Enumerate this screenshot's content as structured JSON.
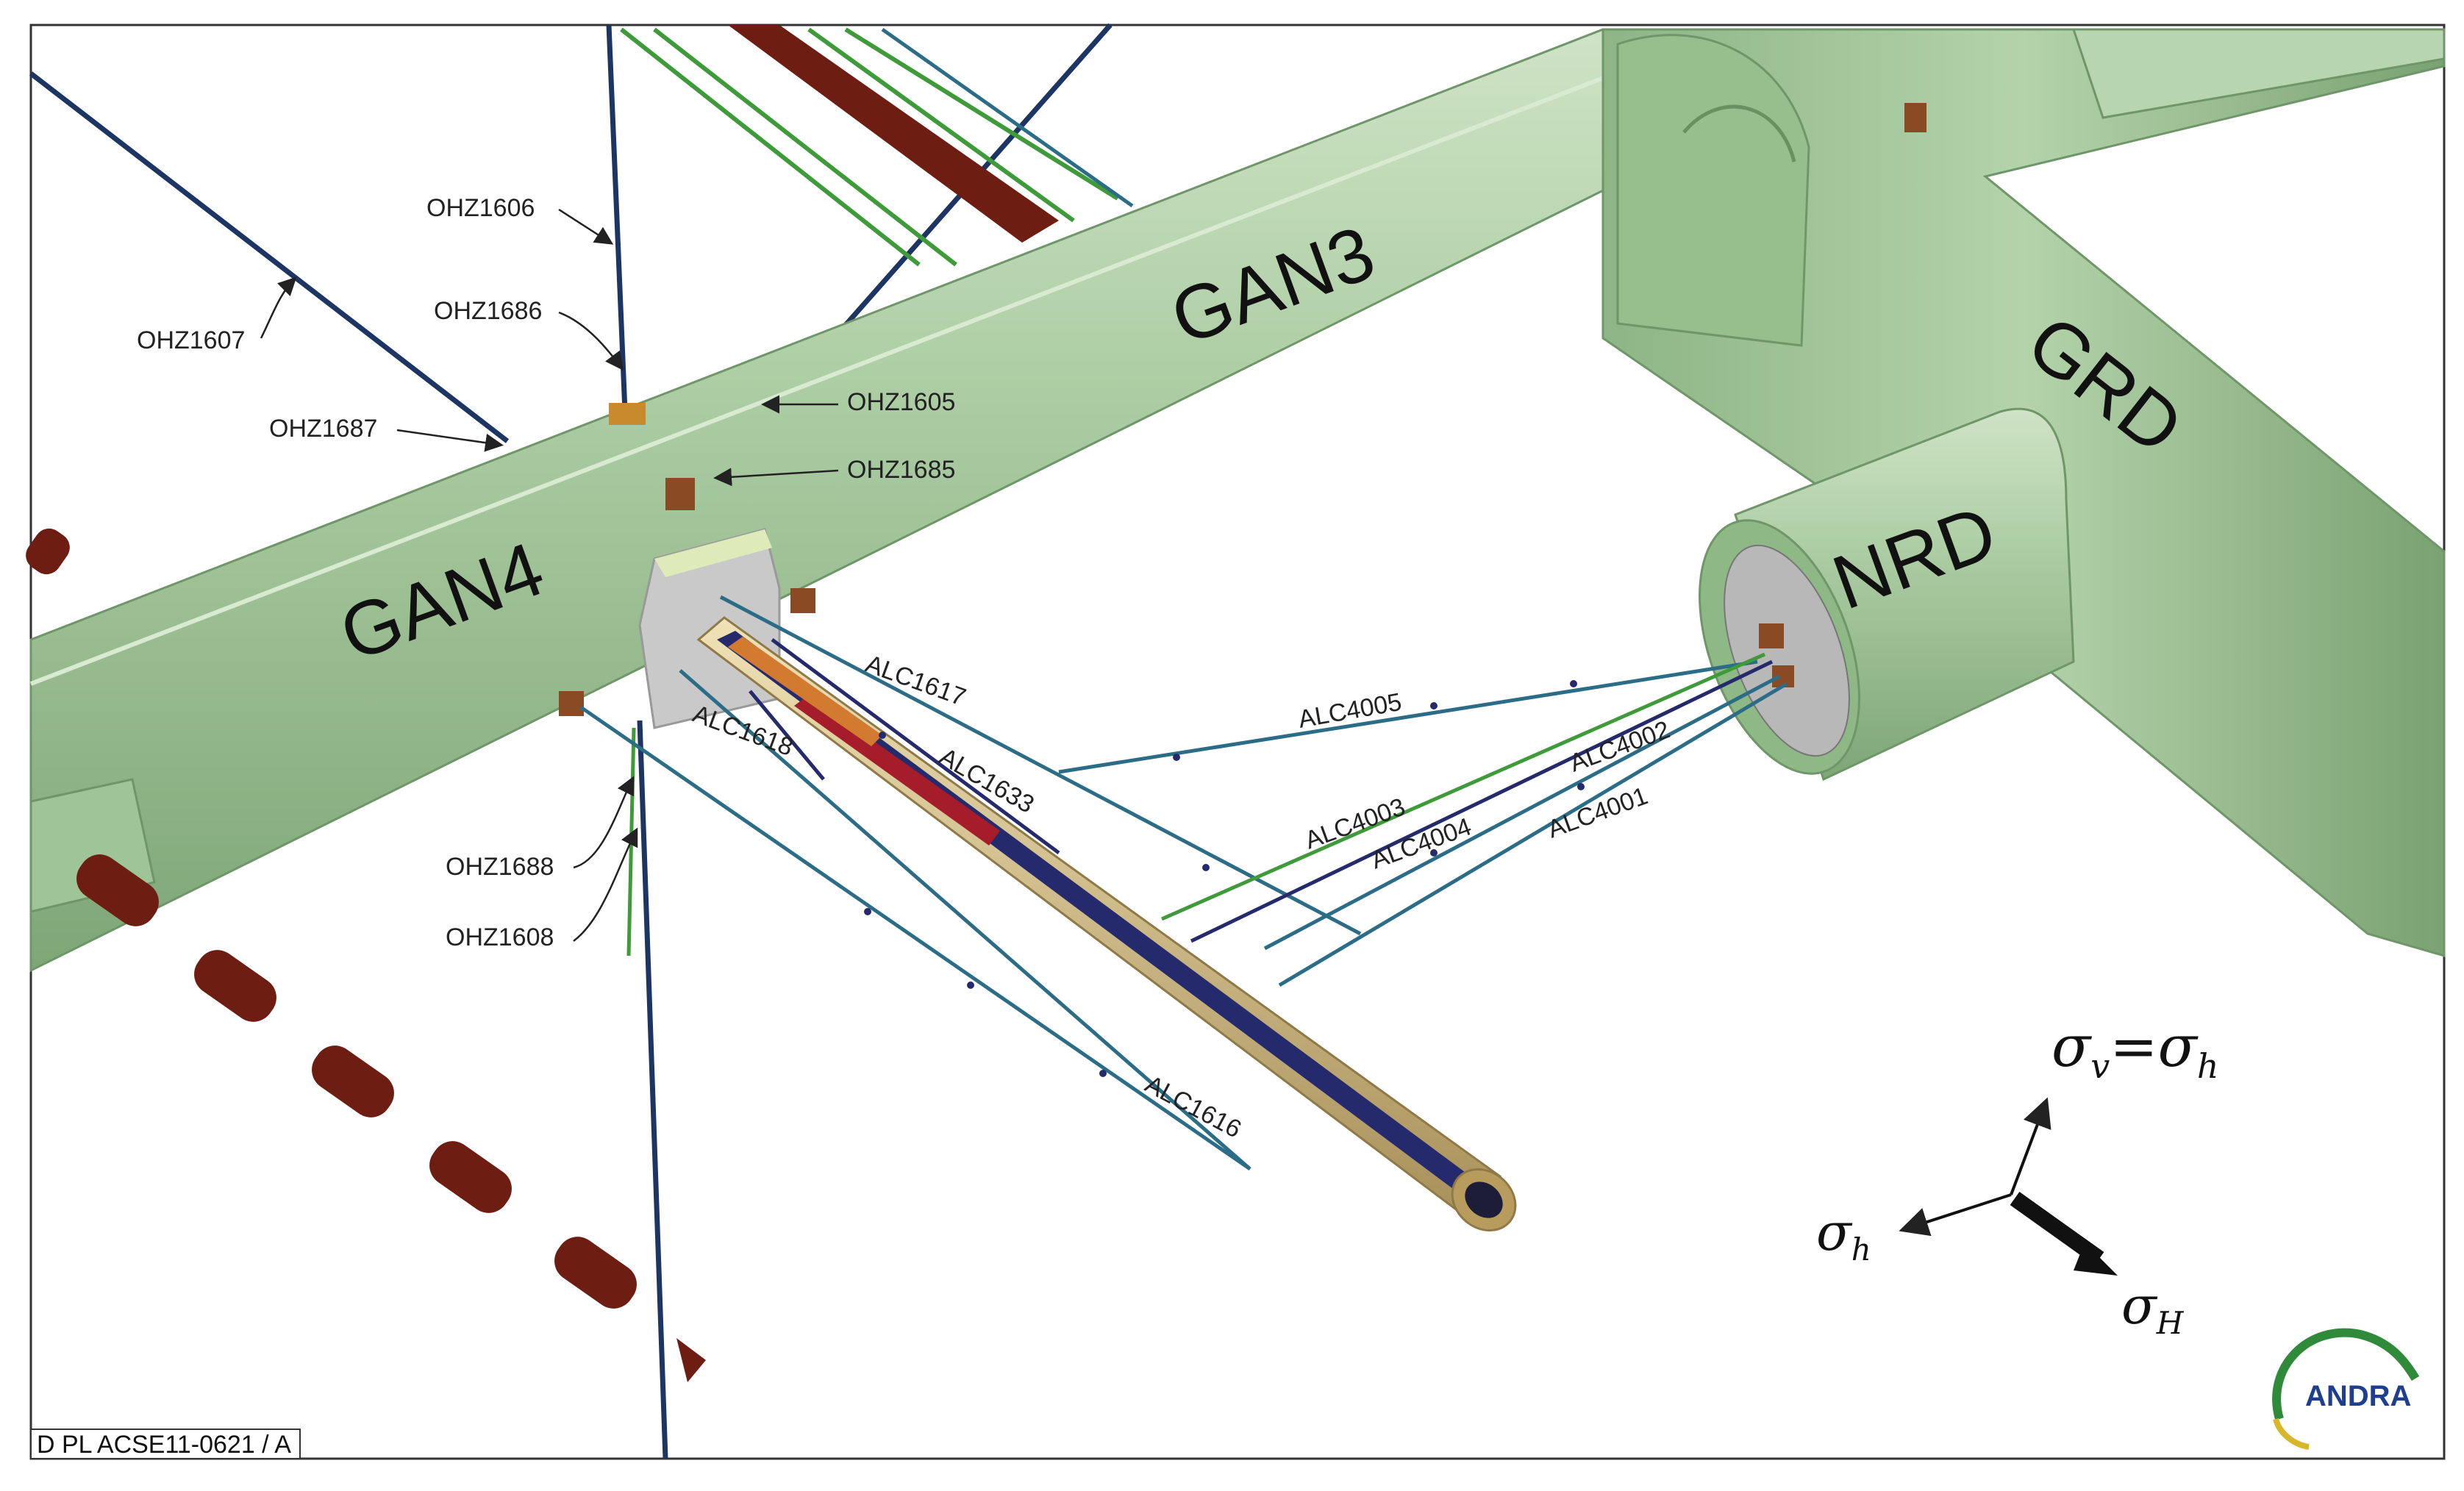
{
  "galleries": {
    "gan4": "GAN4",
    "gan3": "GAN3",
    "grd": "GRD",
    "nrd": "NRD"
  },
  "boreholes": {
    "ohz1606": "OHZ1606",
    "ohz1686": "OHZ1686",
    "ohz1607": "OHZ1607",
    "ohz1687": "OHZ1687",
    "ohz1605": "OHZ1605",
    "ohz1685": "OHZ1685",
    "ohz1688": "OHZ1688",
    "ohz1608": "OHZ1608",
    "alc1617": "ALC1617",
    "alc1618": "ALC1618",
    "alc1633": "ALC1633",
    "alc1616": "ALC1616",
    "alc4005": "ALC4005",
    "alc4002": "ALC4002",
    "alc4003": "ALC4003",
    "alc4004": "ALC4004",
    "alc4001": "ALC4001"
  },
  "stress": {
    "sigma": "σ",
    "v": "v",
    "eq": "=",
    "h": "h",
    "H": "H"
  },
  "reference": "D PL ACSE11-0621 / A",
  "logo": {
    "name": "ANDRA"
  },
  "colors": {
    "gallery": "#a9c9a0",
    "gallery_dark": "#7ea677",
    "dark_blue_line": "#1c3563",
    "teal_line": "#2b6c86",
    "green_line": "#3f9a3a",
    "dark_red": "#6e1d12",
    "gold": "#c9b27b"
  }
}
